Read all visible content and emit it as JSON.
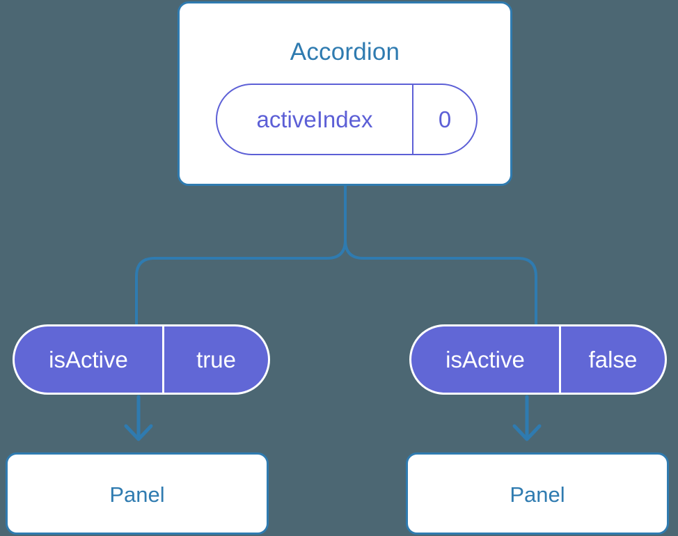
{
  "diagram": {
    "background_color": "#4c6773",
    "accent_blue": "#2f7bb0",
    "accent_purple": "#6167d6",
    "outline_purple": "#5c5fd6",
    "card_bg": "#ffffff",
    "root": {
      "title": "Accordion",
      "state": {
        "key": "activeIndex",
        "value": "0"
      }
    },
    "branches": [
      {
        "prop": {
          "key": "isActive",
          "value": "true"
        },
        "child": {
          "title": "Panel"
        }
      },
      {
        "prop": {
          "key": "isActive",
          "value": "false"
        },
        "child": {
          "title": "Panel"
        }
      }
    ]
  }
}
